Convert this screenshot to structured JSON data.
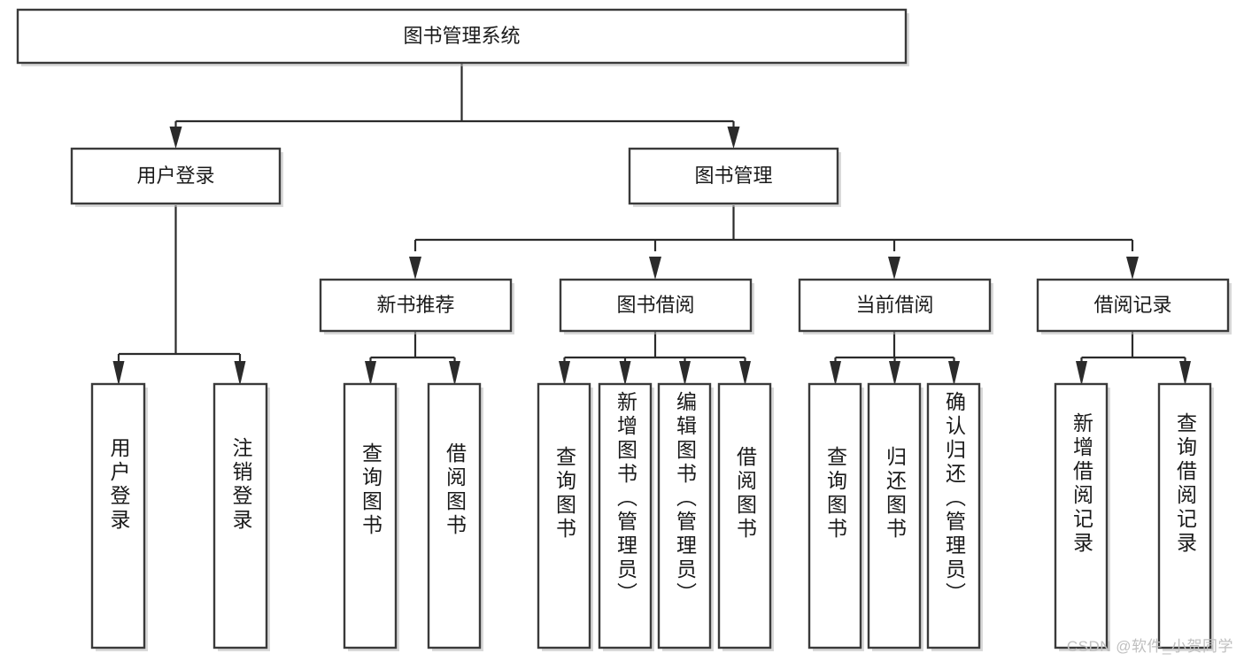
{
  "diagram": {
    "title": "图书管理系统",
    "type": "tree",
    "watermark": "CSDN @软件_小贺同学",
    "colors": {
      "box_stroke": "#3a3a3a",
      "box_fill": "#ffffff",
      "connector": "#2b2b2b",
      "text": "#1a1a1a",
      "watermark": "#bfbfbf",
      "background": "#ffffff"
    },
    "nodes": {
      "root": {
        "id": "root",
        "label": "图书管理系统",
        "orientation": "horizontal",
        "level": 0
      },
      "l1": [
        {
          "id": "user-login",
          "label": "用户登录",
          "orientation": "horizontal",
          "level": 1
        },
        {
          "id": "book-manage",
          "label": "图书管理",
          "orientation": "horizontal",
          "level": 1
        }
      ],
      "l2": [
        {
          "id": "new-book-recommend",
          "label": "新书推荐",
          "orientation": "horizontal",
          "level": 2,
          "parent": "book-manage"
        },
        {
          "id": "book-borrow",
          "label": "图书借阅",
          "orientation": "horizontal",
          "level": 2,
          "parent": "book-manage"
        },
        {
          "id": "current-borrow",
          "label": "当前借阅",
          "orientation": "horizontal",
          "level": 2,
          "parent": "book-manage"
        },
        {
          "id": "borrow-record",
          "label": "借阅记录",
          "orientation": "horizontal",
          "level": 2,
          "parent": "book-manage"
        }
      ],
      "leaves": [
        {
          "id": "leaf-user-login",
          "label": "用户登录",
          "orientation": "vertical",
          "parent": "user-login"
        },
        {
          "id": "leaf-logout",
          "label": "注销登录",
          "orientation": "vertical",
          "parent": "user-login"
        },
        {
          "id": "leaf-query-book-rec",
          "label": "查询图书",
          "orientation": "vertical",
          "parent": "new-book-recommend"
        },
        {
          "id": "leaf-borrow-book-rec",
          "label": "借阅图书",
          "orientation": "vertical",
          "parent": "new-book-recommend"
        },
        {
          "id": "leaf-query-book-bor",
          "label": "查询图书",
          "orientation": "vertical",
          "parent": "book-borrow"
        },
        {
          "id": "leaf-add-book",
          "label": "新增图书（管理员）",
          "orientation": "vertical",
          "parent": "book-borrow"
        },
        {
          "id": "leaf-edit-book",
          "label": "编辑图书（管理员）",
          "orientation": "vertical",
          "parent": "book-borrow"
        },
        {
          "id": "leaf-borrow-book-bor",
          "label": "借阅图书",
          "orientation": "vertical",
          "parent": "book-borrow"
        },
        {
          "id": "leaf-query-book-cur",
          "label": "查询图书",
          "orientation": "vertical",
          "parent": "current-borrow"
        },
        {
          "id": "leaf-return-book",
          "label": "归还图书",
          "orientation": "vertical",
          "parent": "current-borrow"
        },
        {
          "id": "leaf-confirm-return",
          "label": "确认归还（管理员）",
          "orientation": "vertical",
          "parent": "current-borrow"
        },
        {
          "id": "leaf-add-record",
          "label": "新增借阅记录",
          "orientation": "vertical",
          "parent": "borrow-record"
        },
        {
          "id": "leaf-query-record",
          "label": "查询借阅记录",
          "orientation": "vertical",
          "parent": "borrow-record"
        }
      ]
    }
  }
}
